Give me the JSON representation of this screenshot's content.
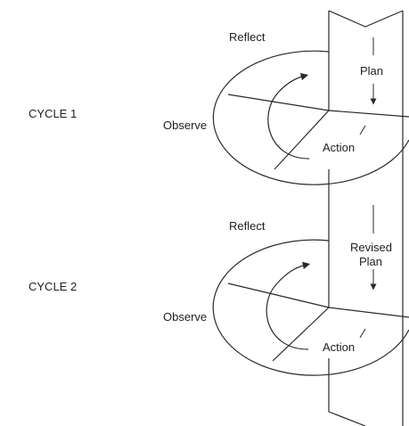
{
  "cycles": [
    {
      "cycle_label": "CYCLE 1",
      "reflect": "Reflect",
      "observe": "Observe",
      "action": "Action",
      "plan_lines": [
        "Plan"
      ]
    },
    {
      "cycle_label": "CYCLE 2",
      "reflect": "Reflect",
      "observe": "Observe",
      "action": "Action",
      "plan_lines": [
        "Revised",
        "Plan"
      ]
    }
  ],
  "colors": {
    "stroke": "#2a2a2a",
    "text": "#1e1e1e",
    "background": "#ffffff"
  }
}
